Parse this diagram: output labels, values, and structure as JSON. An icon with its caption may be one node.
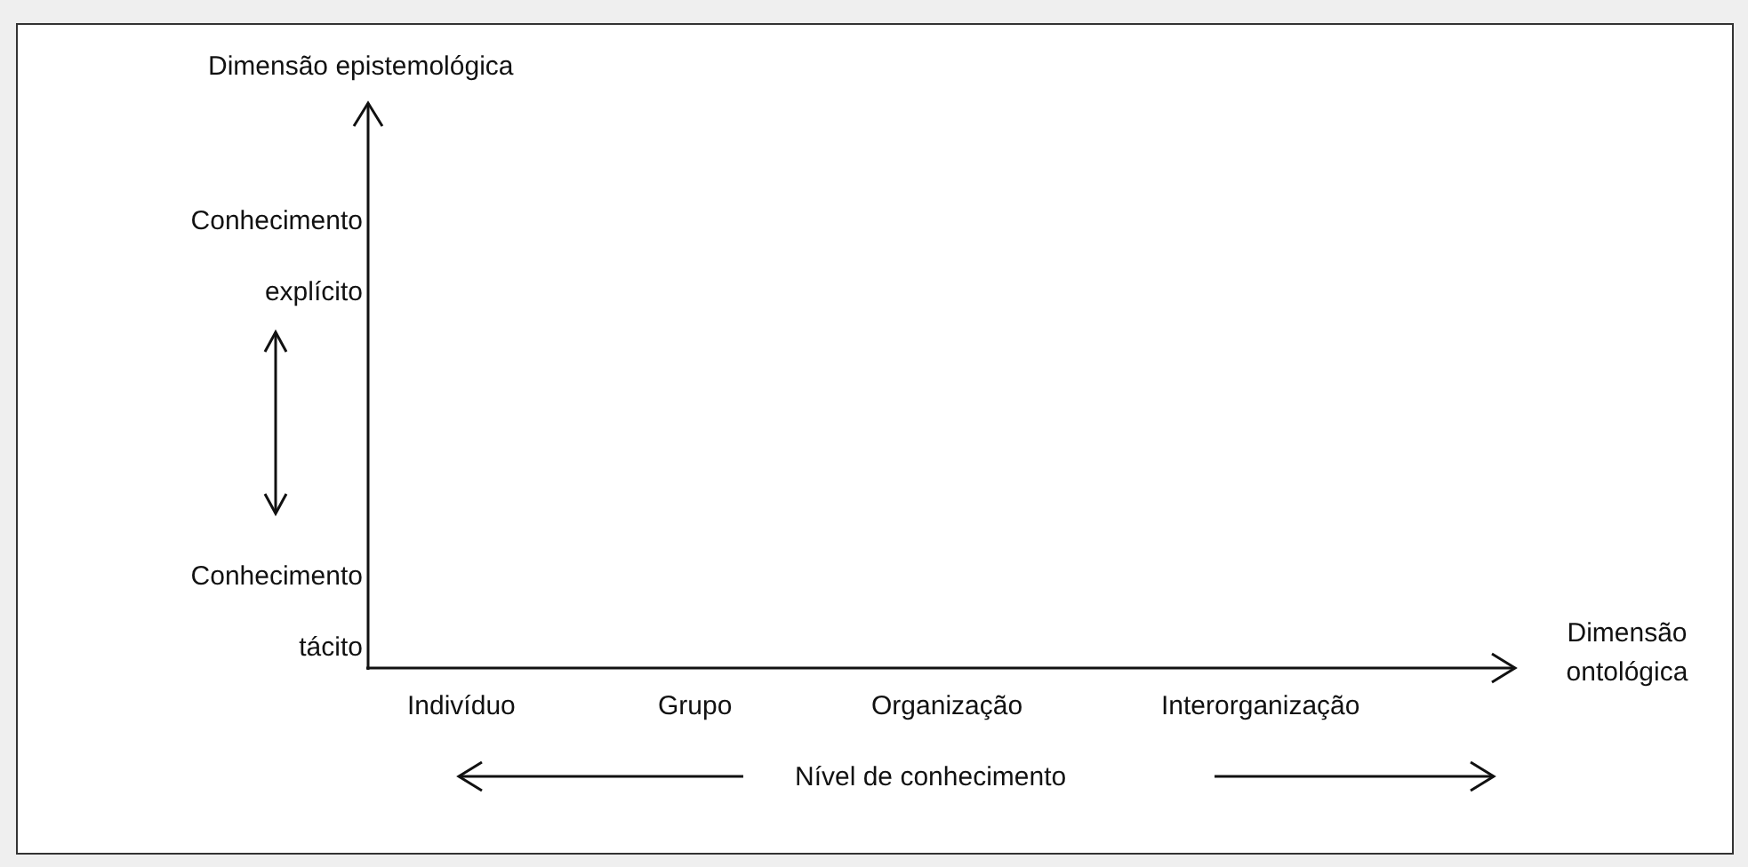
{
  "diagram": {
    "nodes": [
      {
        "text": [
          "Conhecimento explícito"
        ]
      },
      {
        "text": [
          "Conhecimento tácito"
        ]
      }
    ],
    "edges": [
      {
        "from": 0,
        "to": 1,
        "arrow": "both"
      }
    ],
    "labels": [
      "Dimensão epistemológica",
      "Dimensão ontológica",
      "Indivíduo",
      "Grupo",
      "Organização",
      "Interorganização",
      "Nível de conhecimento"
    ]
  }
}
